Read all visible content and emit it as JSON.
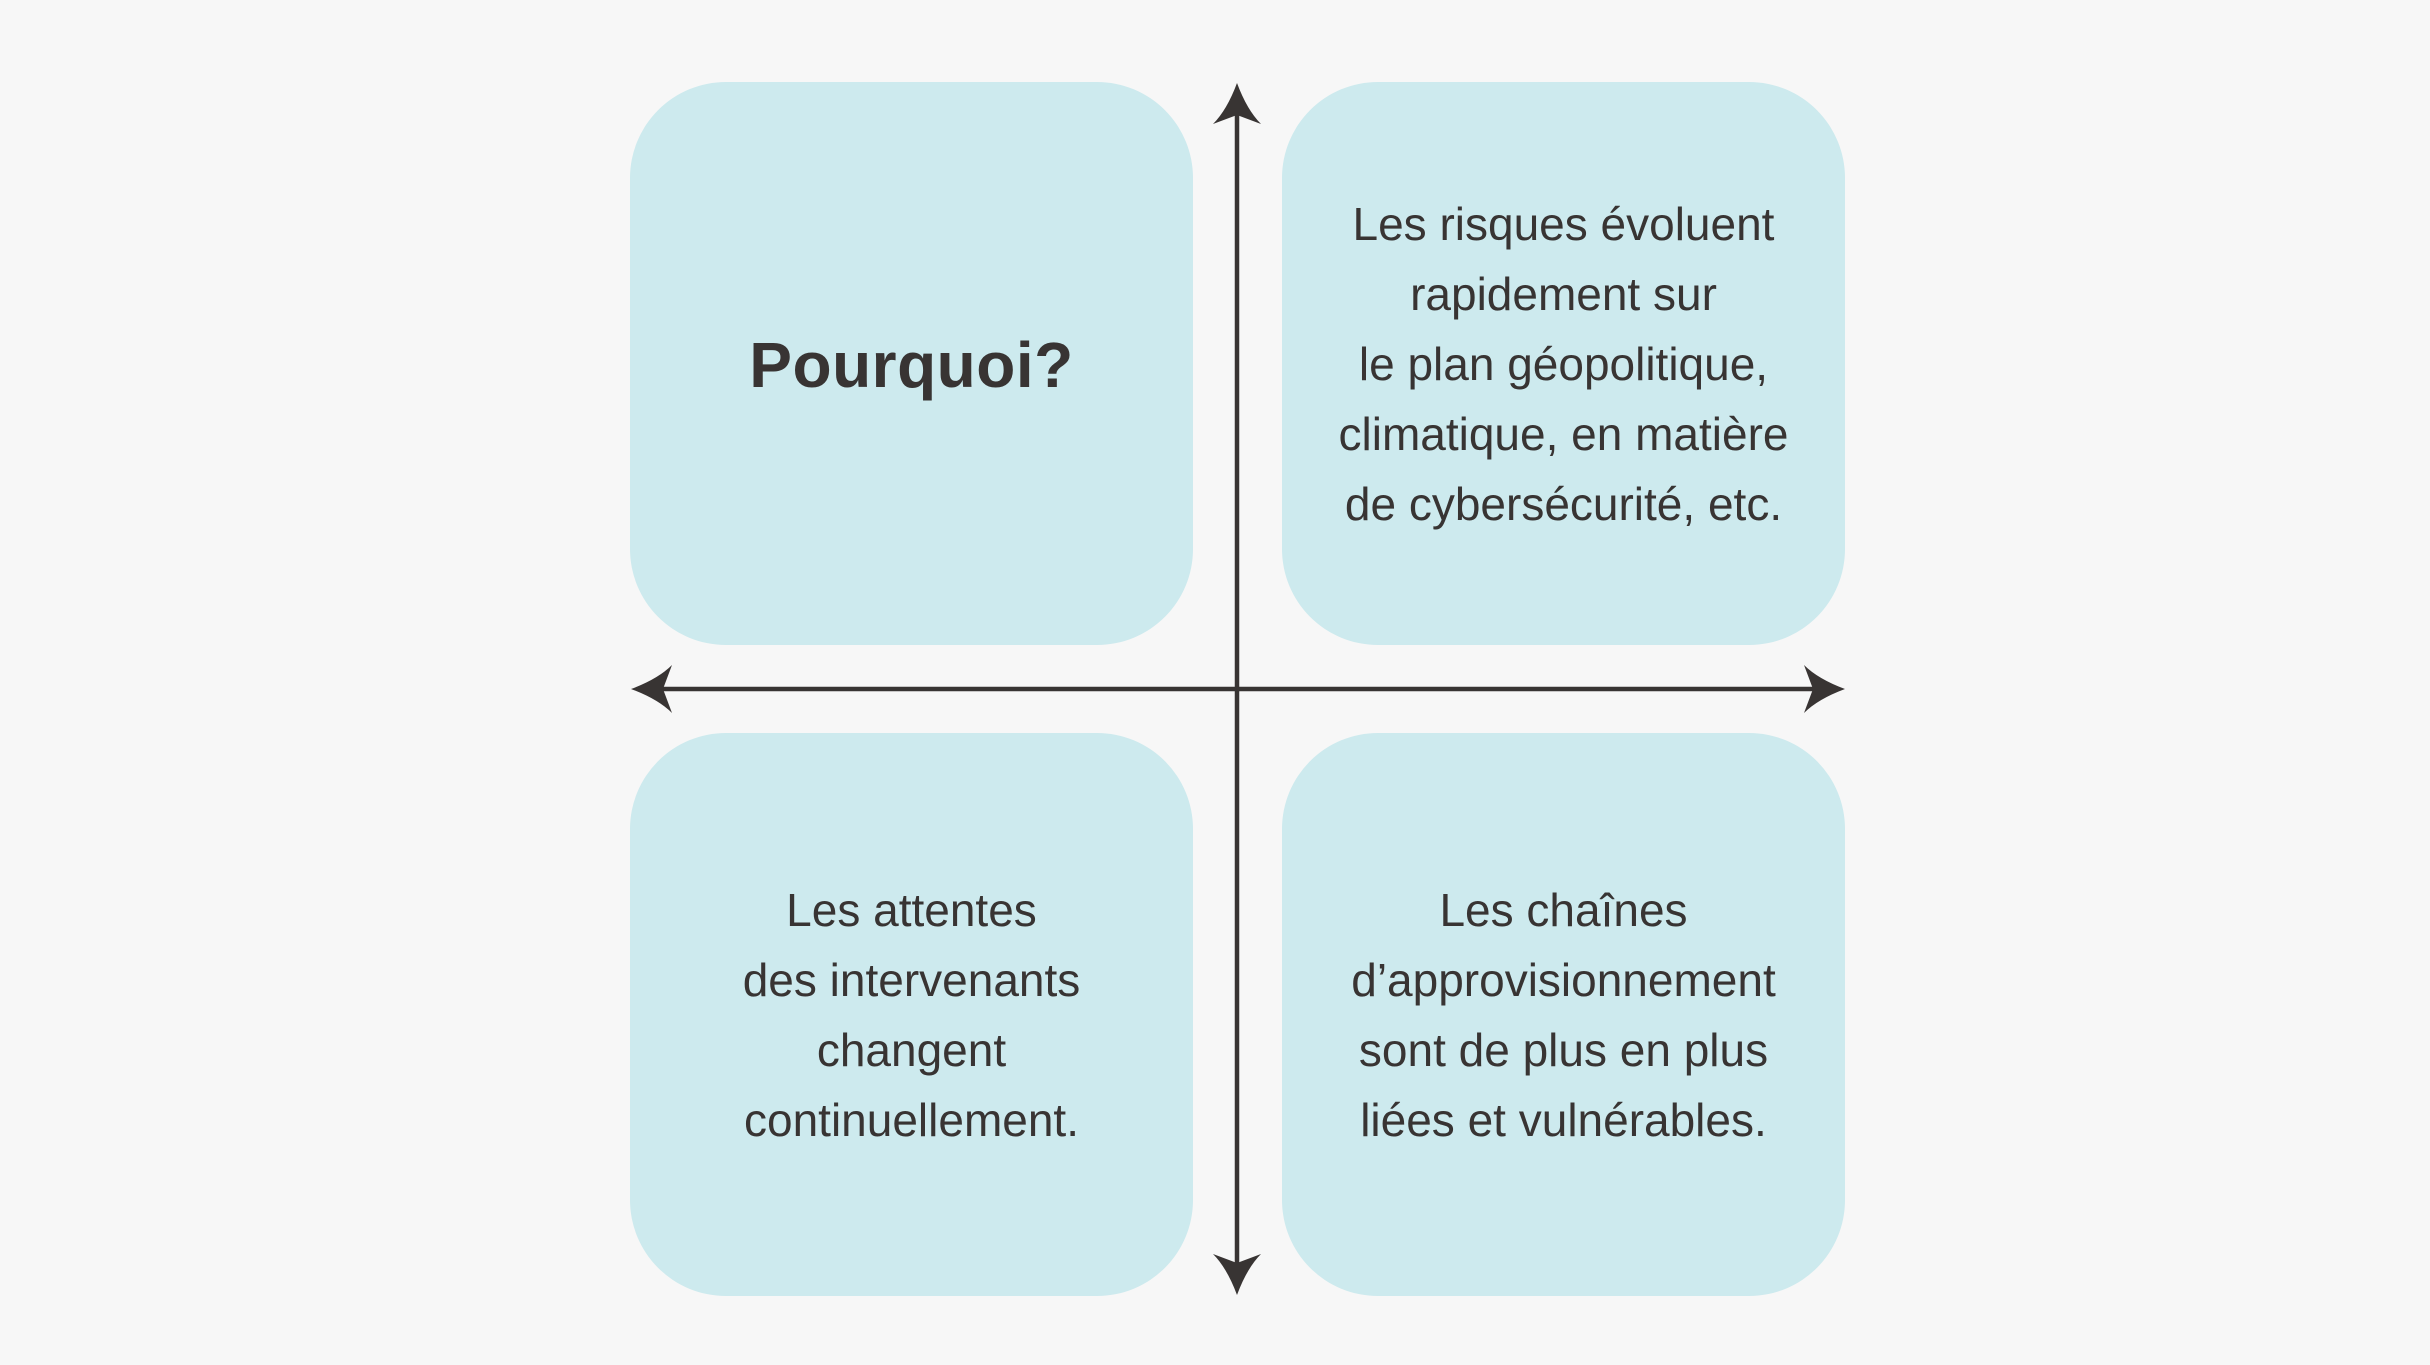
{
  "diagram": {
    "type": "quadrant",
    "colors": {
      "background": "#f7f7f7",
      "box_fill": "#cdeaee",
      "text": "#383433",
      "axis": "#383433"
    },
    "quadrants": {
      "top_left": {
        "title": "Pourquoi?"
      },
      "top_right": {
        "lines": [
          "Les risques évoluent",
          "rapidement sur",
          "le plan géopolitique,",
          "climatique, en matière",
          "de cybersécurité, etc."
        ]
      },
      "bottom_left": {
        "lines": [
          "Les attentes",
          "des intervenants",
          "changent",
          "continuellement."
        ]
      },
      "bottom_right": {
        "lines": [
          "Les chaînes",
          "d’approvisionnement",
          "sont de plus en plus",
          "liées et vulnérables."
        ]
      }
    },
    "axes": {
      "horizontal": "double-arrow",
      "vertical": "double-arrow"
    }
  }
}
